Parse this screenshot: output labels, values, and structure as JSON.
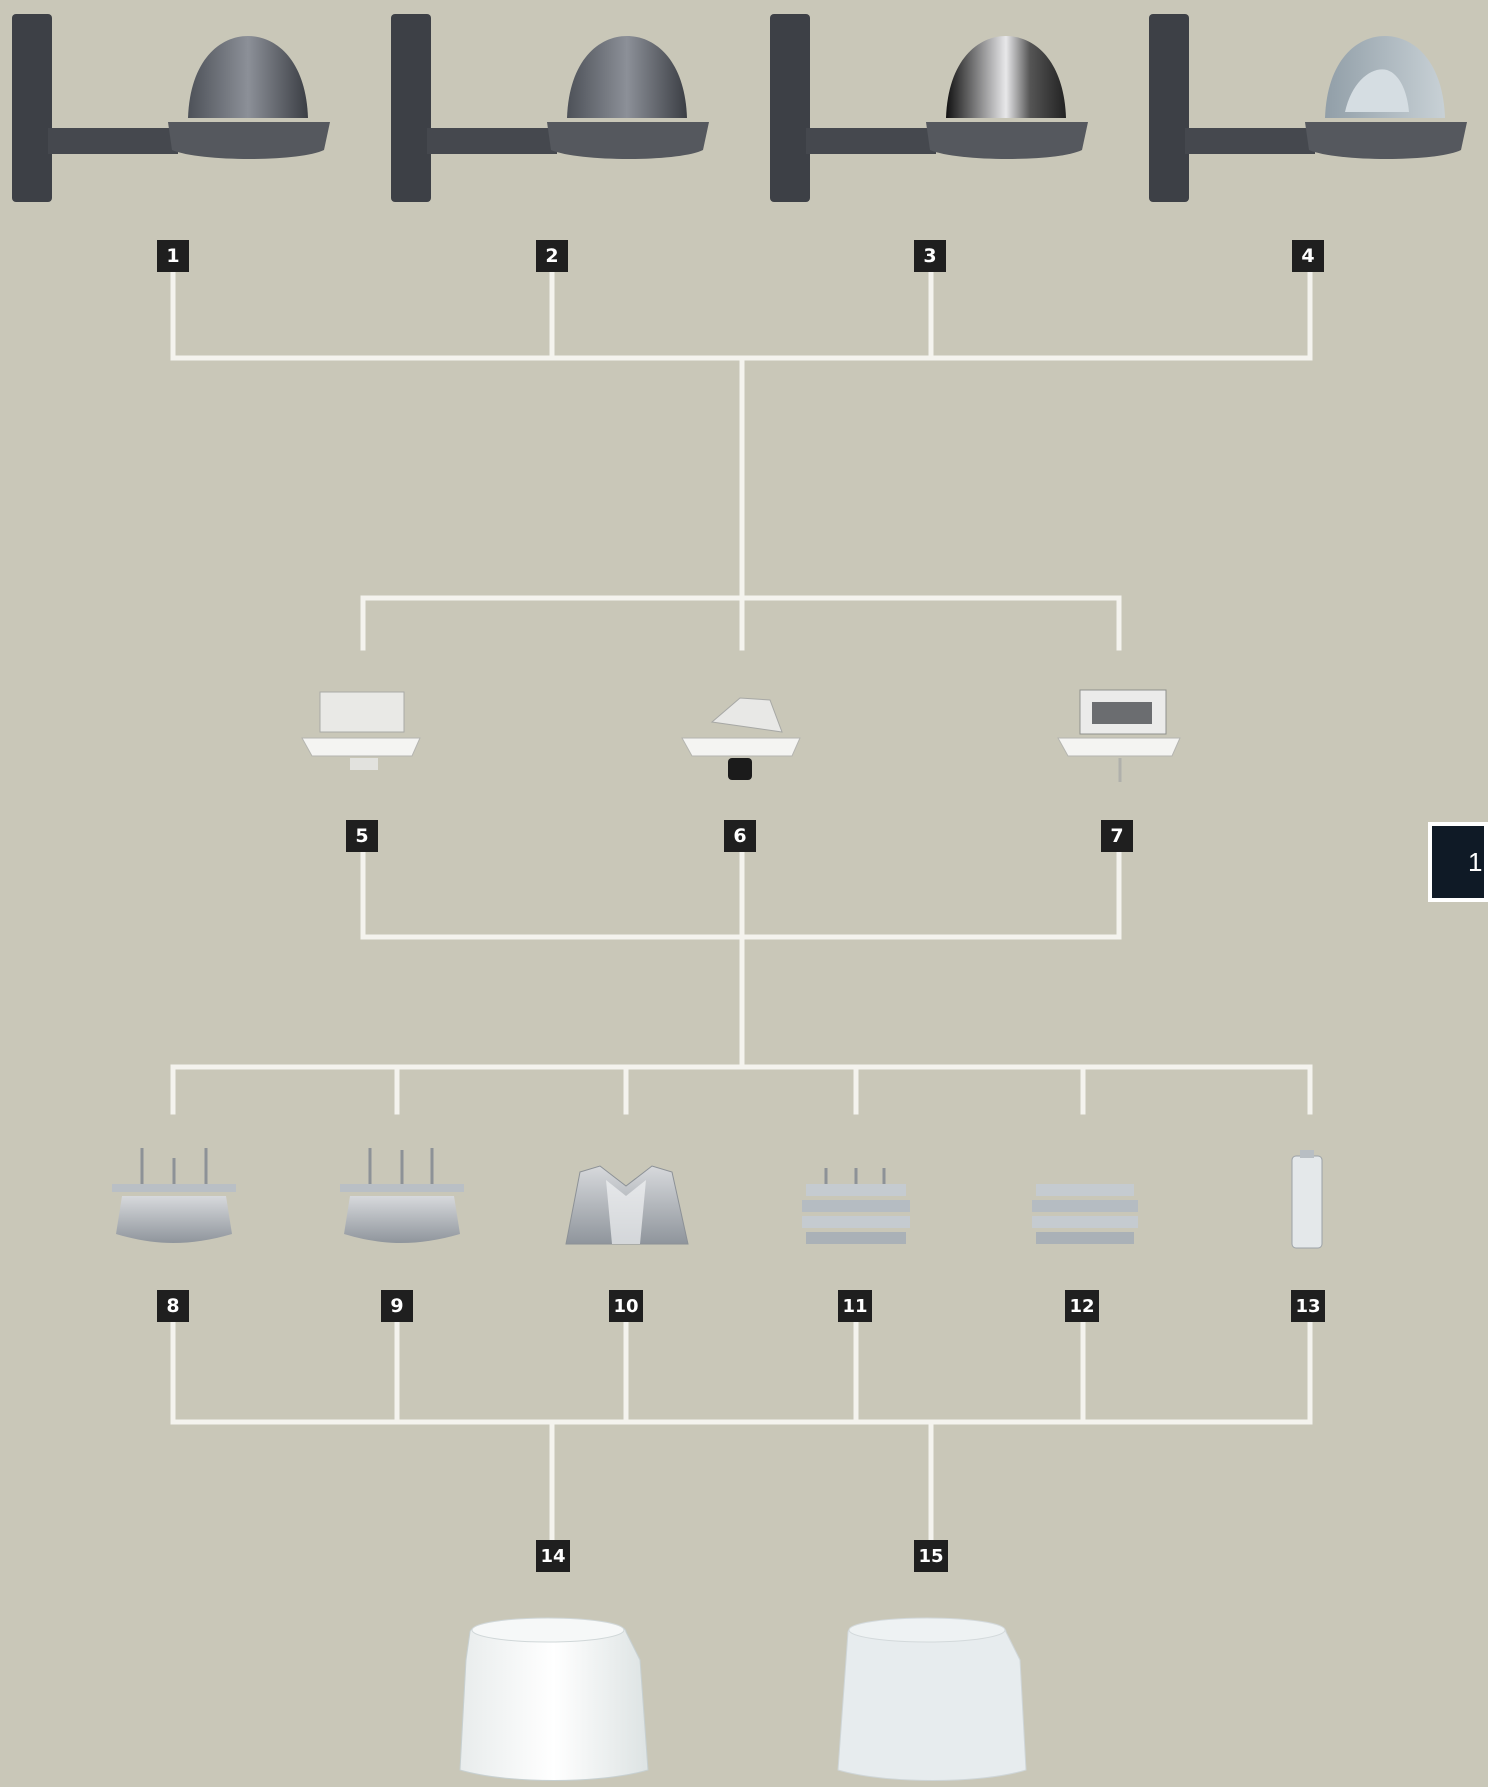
{
  "badges": {
    "b1": "1",
    "b2": "2",
    "b3": "3",
    "b4": "4",
    "b5": "5",
    "b6": "6",
    "b7": "7",
    "b8": "8",
    "b9": "9",
    "b10": "10",
    "b11": "11",
    "b12": "12",
    "b13": "13",
    "b14": "14",
    "b15": "15"
  },
  "side_tab": "1",
  "colors": {
    "background": "#c9c7b8",
    "connector": "#f4f3ee",
    "badge_bg": "#1f1f1f",
    "badge_text": "#ffffff",
    "side_tab_bg": "#0f1a26"
  },
  "icons": {
    "lamps": [
      "wall-lamp-icon",
      "wall-lamp-icon",
      "wall-lamp-glossy-icon",
      "wall-lamp-clear-dome-icon"
    ],
    "gear_trays": [
      "gear-tray-icon",
      "gear-tray-socket-icon",
      "gear-tray-ballast-icon"
    ],
    "reflectors": [
      "reflector-spikes-icon",
      "reflector-spikes-icon",
      "reflector-faceted-icon",
      "louver-icon",
      "louver-icon",
      "lamp-tube-icon"
    ],
    "covers": [
      "clear-cover-icon",
      "frosted-cover-icon"
    ]
  }
}
